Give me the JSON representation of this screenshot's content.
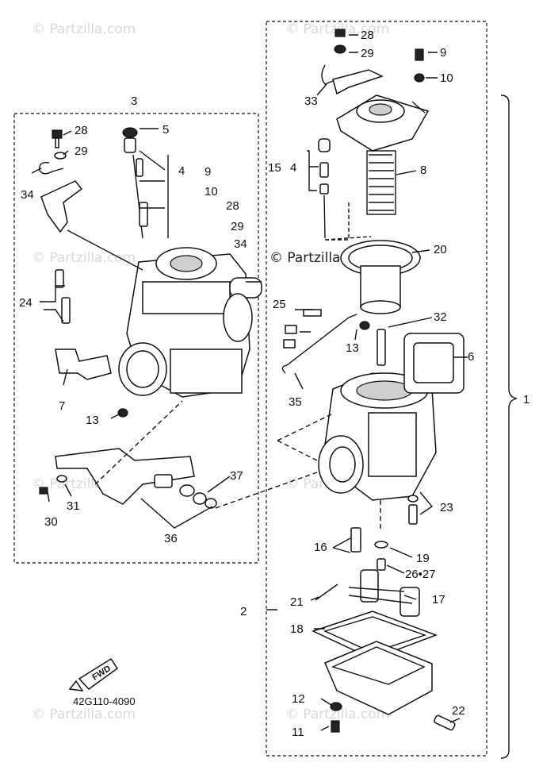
{
  "diagram": {
    "code": "42G110-4090",
    "fwd_label": "FWD",
    "watermark": "© Partzilla.com",
    "callouts": {
      "c1": "1",
      "c2": "2",
      "c3": "3",
      "c4": "4",
      "c5": "5",
      "c6": "6",
      "c7": "7",
      "c8": "8",
      "c9a": "9",
      "c9b": "9",
      "c10a": "10",
      "c10b": "10",
      "c11": "11",
      "c12": "12",
      "c13a": "13",
      "c13b": "13",
      "c15": "15",
      "c16": "16",
      "c17": "17",
      "c18": "18",
      "c19": "19",
      "c20": "20",
      "c21": "21",
      "c22": "22",
      "c23": "23",
      "c24": "24",
      "c25": "25",
      "c26": "26•27",
      "c28a": "28",
      "c28b": "28",
      "c28c": "28",
      "c29a": "29",
      "c29b": "29",
      "c29c": "29",
      "c30": "30",
      "c31": "31",
      "c32": "32",
      "c33": "33",
      "c34a": "34",
      "c34b": "34",
      "c35": "35",
      "c36": "36",
      "c37": "37",
      "c4b": "4"
    }
  }
}
